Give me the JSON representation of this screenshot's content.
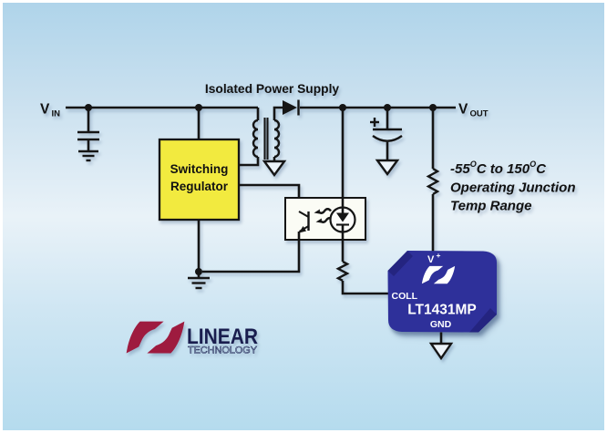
{
  "title": "Isolated Power Supply",
  "vin": {
    "main": "V",
    "sub": "IN"
  },
  "vout": {
    "main": "V",
    "sub": "OUT"
  },
  "regulator": {
    "line1": "Switching",
    "line2": "Regulator"
  },
  "temp_note": {
    "seg1": "-55",
    "sup1": "O",
    "seg2": "C to 150",
    "sup2": "O",
    "seg3": "C",
    "line2": "Operating Junction",
    "line3": "Temp Range"
  },
  "chip": {
    "part": "LT1431MP",
    "pin_top_main": "V",
    "pin_top_sup": "+",
    "pin_left": "COLL",
    "pin_bottom": "GND"
  },
  "logo": {
    "name": "LINEAR",
    "sub": "TECHNOLOGY"
  },
  "icons": [
    "transformer-icon",
    "diode-icon",
    "capacitor-icon",
    "polarized-capacitor-icon",
    "resistor-icon",
    "earth-ground-icon",
    "arrow-ground-icon",
    "optocoupler-icon",
    "led-icon",
    "phototransistor-icon",
    "lt-logo-icon"
  ],
  "colors": {
    "frame": "#ffffff",
    "bg_top": "#afd4ea",
    "bg_mid": "#e9f2f8",
    "bg_bottom": "#b5dbee",
    "wire": "#151515",
    "text": "#111111",
    "regulator_fill": "#f2ea3f",
    "optocoupler_fill": "#fbfcf5",
    "chip_fill": "#2e309a",
    "chip_dark": "#1e1f72",
    "logo_maroon": "#9e1b3f",
    "logo_navy": "#191d4e"
  }
}
